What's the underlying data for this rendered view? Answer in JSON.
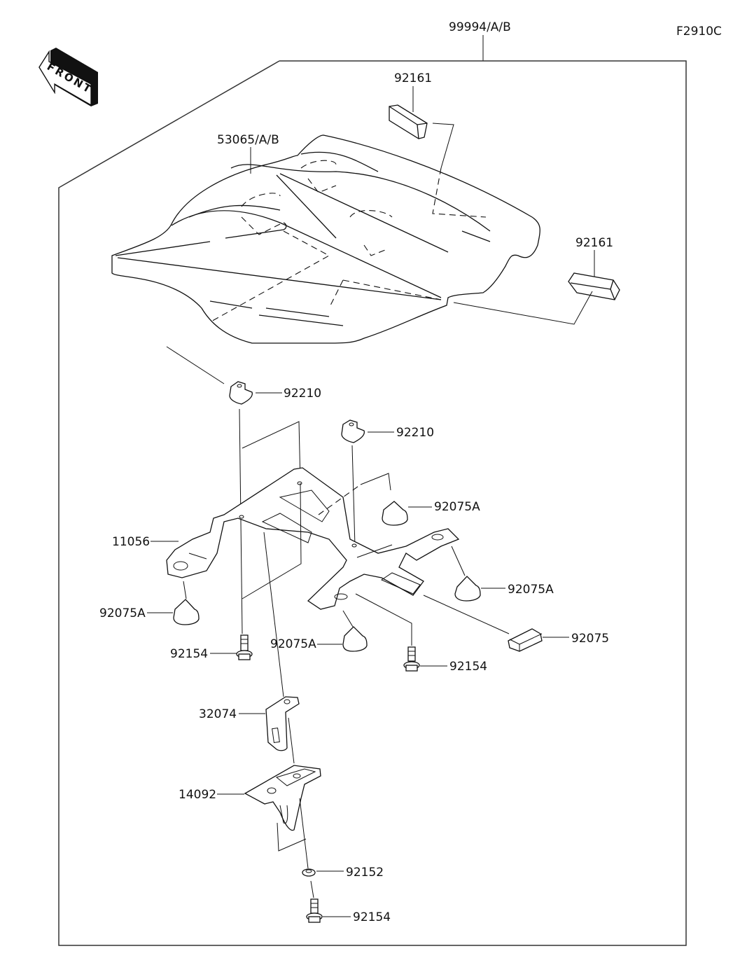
{
  "diagram": {
    "figure_code": "F2910C",
    "front_arrow_label": "FRONT",
    "assembly_label": "99994/A/B",
    "parts": [
      {
        "id": "seat-cover",
        "number": "53065/A/B"
      },
      {
        "id": "pad-top",
        "number": "92161"
      },
      {
        "id": "pad-right",
        "number": "92161"
      },
      {
        "id": "clip-nut-1",
        "number": "92210"
      },
      {
        "id": "clip-nut-2",
        "number": "92210"
      },
      {
        "id": "damper-1",
        "number": "92075A"
      },
      {
        "id": "bracket",
        "number": "11056"
      },
      {
        "id": "damper-2",
        "number": "92075A"
      },
      {
        "id": "damper-3",
        "number": "92075A"
      },
      {
        "id": "damper-4",
        "number": "92075A"
      },
      {
        "id": "damper-block",
        "number": "92075"
      },
      {
        "id": "bolt-1",
        "number": "92154"
      },
      {
        "id": "bolt-2",
        "number": "92154"
      },
      {
        "id": "stay",
        "number": "32074"
      },
      {
        "id": "holder",
        "number": "14092"
      },
      {
        "id": "washer",
        "number": "92152"
      },
      {
        "id": "bolt-3",
        "number": "92154"
      }
    ]
  }
}
